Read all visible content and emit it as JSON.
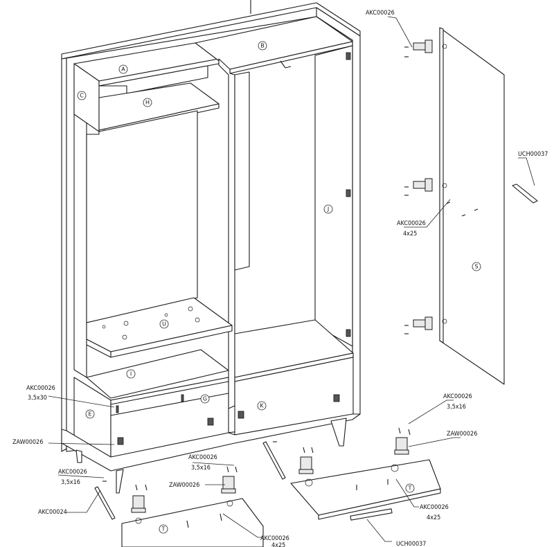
{
  "parts": {
    "A": "A",
    "B": "B",
    "C": "C",
    "H": "H",
    "J": "J",
    "S": "S",
    "U": "U",
    "I": "I",
    "G": "G",
    "K": "K",
    "E": "E",
    "T1": "T",
    "T2": "T"
  },
  "callouts": {
    "top_hinge_code": "AKC00026",
    "mid_hinge_code": "AKC00026",
    "mid_hinge_size": "4x25",
    "handle_right_code": "UCH00037",
    "left_screw_code": "AKC00026",
    "left_screw_size": "3,5x30",
    "left_zaw_code": "ZAW00026",
    "left_low_code": "AKC00026",
    "left_low_size": "3,5x16",
    "left_bottom_code": "AKC00024",
    "center_code": "AKC00026",
    "center_size": "3,5x16",
    "center_zaw_code": "ZAW00026",
    "right_akc_code": "AKC00026",
    "right_akc_size": "3,5x16",
    "right_zaw_code": "ZAW00026",
    "right_low_code": "AKC00026",
    "right_low_size": "4x25",
    "bottom_handle_code": "UCH00037",
    "bottom_center_code": "AKC00026",
    "bottom_center_size": "4x25"
  }
}
